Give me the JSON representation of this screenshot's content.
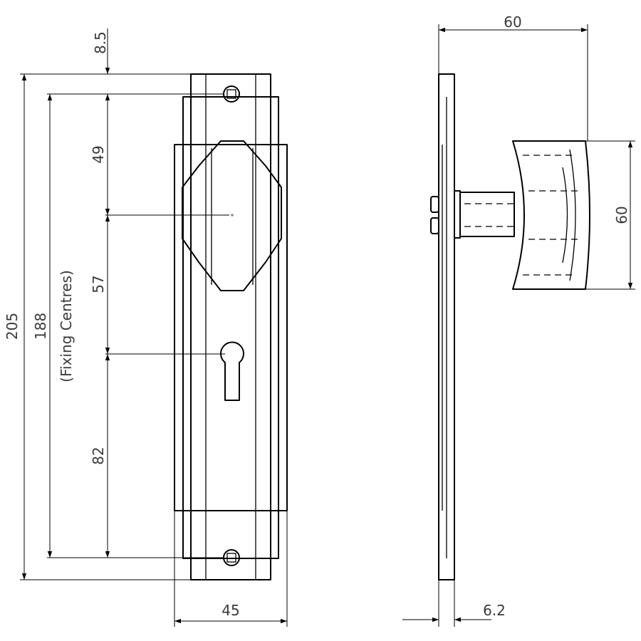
{
  "front_view": {
    "dimensions": {
      "top_offset": "8.5",
      "overall_height": "205",
      "fixing_centres": "188",
      "fixing_centres_note": "(Fixing Centres)",
      "screw_to_knob": "49",
      "knob_to_keyhole": "57",
      "keyhole_to_screw": "82",
      "width": "45"
    }
  },
  "side_view": {
    "dimensions": {
      "projection": "60",
      "knob_diameter": "60",
      "plate_thickness": "6.2"
    }
  }
}
